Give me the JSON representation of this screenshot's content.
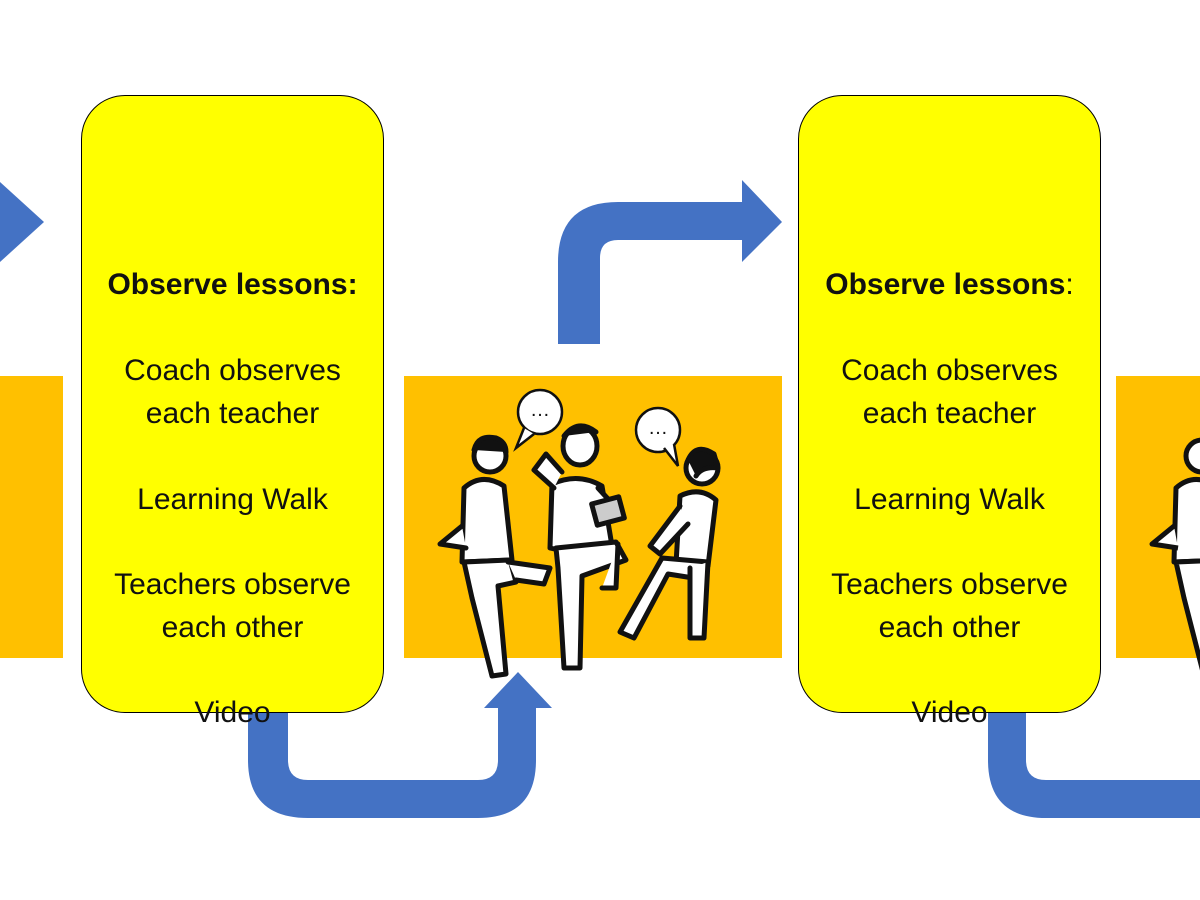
{
  "colors": {
    "observation_box_fill": "#ffff00",
    "discussion_panel_fill": "#ffc000",
    "arrow_fill": "#4472c4",
    "figure_outline": "#111111"
  },
  "observation_boxes": [
    {
      "heading": "Observe lessons:",
      "items": [
        "Coach observes",
        "each teacher",
        "Learning Walk",
        "Teachers observe",
        "each other",
        "Video"
      ]
    },
    {
      "heading": "Observe lessons",
      "heading_suffix": ":",
      "items": [
        "Coach observes",
        "each teacher",
        "Learning Walk",
        "Teachers observe",
        "each other",
        "Video"
      ]
    }
  ],
  "icons": {
    "group_discussion": "group-discussion-icon",
    "speech_bubble": "speech-bubble-icon",
    "flow_arrow": "flow-arrow"
  },
  "speech_bubble_text": "…"
}
